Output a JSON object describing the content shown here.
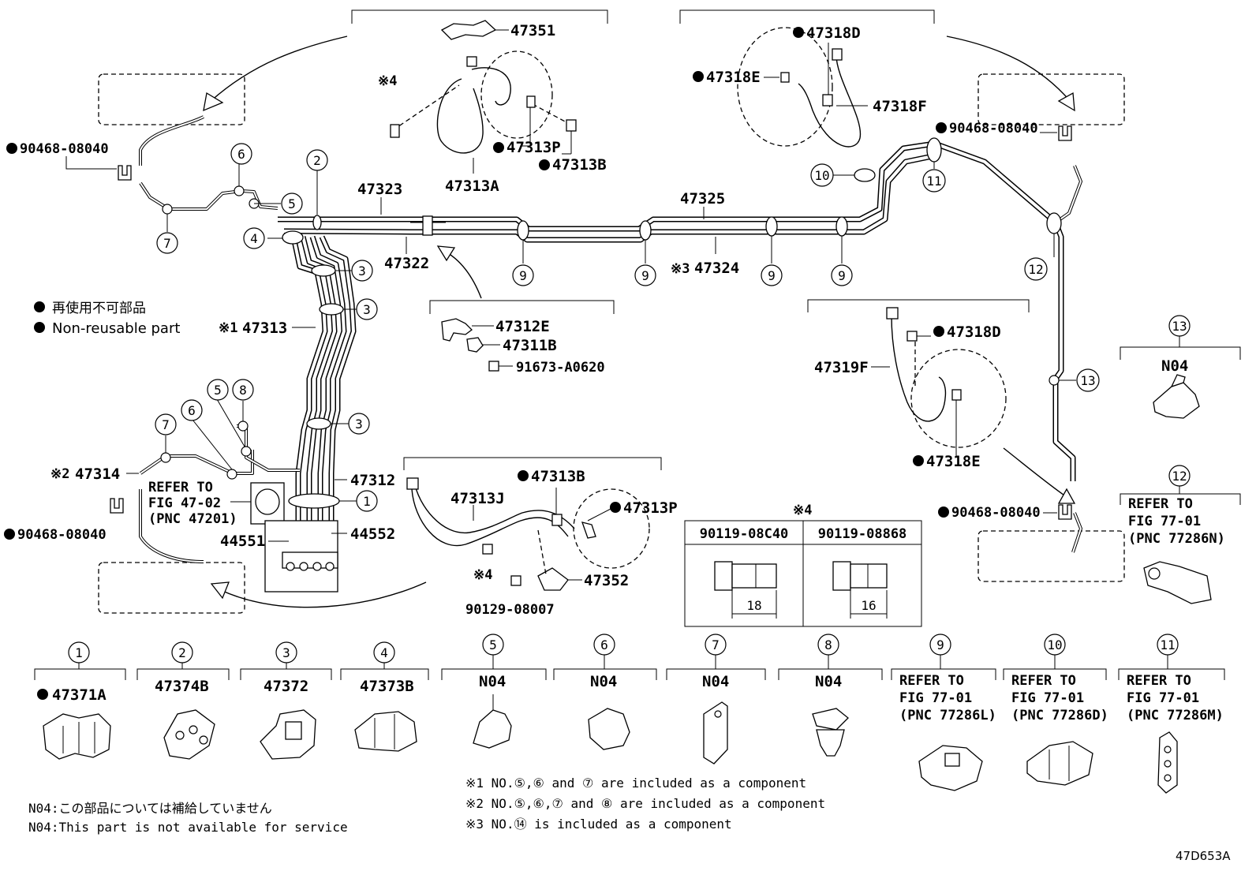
{
  "diagram_id": "47D653A",
  "part_labels": {
    "p47351": "47351",
    "p47313A": "47313A",
    "p47313P_top": "47313P",
    "p47313B_top": "47313B",
    "p47318D_top": "47318D",
    "p47318E_top": "47318E",
    "p47318F": "47318F",
    "p90468_tl": "90468-08040",
    "p90468_tr": "90468-08040",
    "p90468_ml": "90468-08040",
    "p90468_mr": "90468-08040",
    "p47323": "47323",
    "p47325": "47325",
    "p47322": "47322",
    "p47324": "47324",
    "p47313": "47313",
    "p47312E": "47312E",
    "p47311B": "47311B",
    "p91673": "91673-A0620",
    "p47319F": "47319F",
    "p47318D_mid": "47318D",
    "p47318E_mid": "47318E",
    "p47314": "47314",
    "p47312": "47312",
    "p44551": "44551",
    "p44552": "44552",
    "p47313B_mid": "47313B",
    "p47313J": "47313J",
    "p47313P_mid": "47313P",
    "p47352": "47352",
    "p90129": "90129-08007"
  },
  "refs": {
    "r_47_02": [
      "REFER TO",
      "FIG 47-02",
      "(PNC 47201)"
    ],
    "r_12": [
      "REFER TO",
      "FIG 77-01",
      "(PNC 77286N)"
    ],
    "r_9": [
      "REFER TO",
      "FIG 77-01",
      "(PNC 77286L)"
    ],
    "r_10": [
      "REFER TO",
      "FIG 77-01",
      "(PNC 77286D)"
    ],
    "r_11": [
      "REFER TO",
      "FIG 77-01",
      "(PNC 77286M)"
    ]
  },
  "marks": {
    "m1": "※1",
    "m2": "※2",
    "m3": "※3",
    "m4": "※4"
  },
  "legend": {
    "jp": "再使用不可部品",
    "en": "Non-reusable part"
  },
  "bolt_table": {
    "mark": "※4",
    "col1": "90119-08C40",
    "col2": "90119-08868",
    "len1": "18",
    "len2": "16"
  },
  "callout_numbers": [
    "1",
    "2",
    "3",
    "4",
    "5",
    "6",
    "7",
    "8",
    "9",
    "10",
    "11",
    "12",
    "13"
  ],
  "bottom_parts": {
    "b1": "47371A",
    "b2": "47374B",
    "b3": "47372",
    "b4": "47373B",
    "b5": "N04",
    "b6": "N04",
    "b7": "N04",
    "b8": "N04",
    "b13": "N04"
  },
  "notes": {
    "n04_jp": "N04:この部品については補給していません",
    "n04_en": "N04:This part is not available for service",
    "note1": "※1 NO.⑤,⑥ and ⑦ are included as a component",
    "note2": "※2 NO.⑤,⑥,⑦ and ⑧ are included as a component",
    "note3": "※3 NO.⑭ is included as a component"
  }
}
